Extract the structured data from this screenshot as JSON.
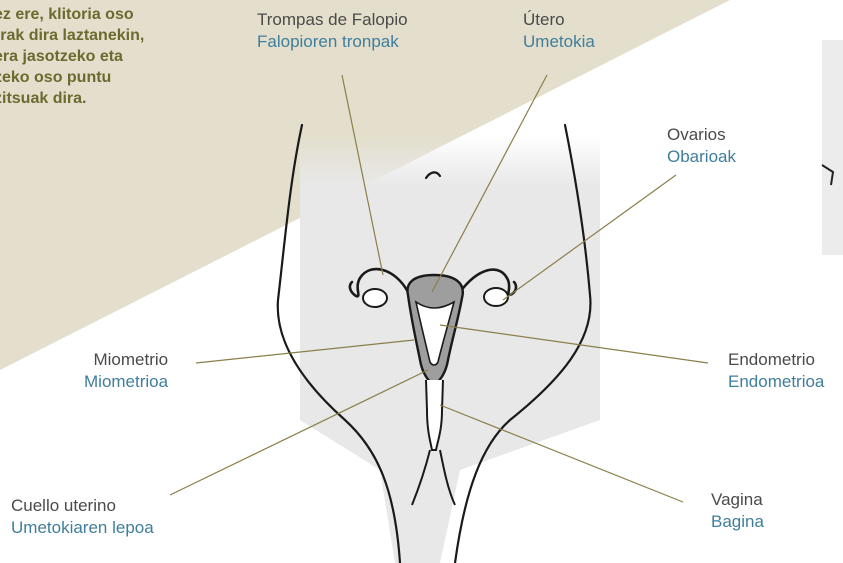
{
  "intro_lines": [
    "ez ere, klitoria oso",
    "rrak dira laztanekin,",
    "era jasotzeko eta",
    "zeko oso puntu",
    "zitsuak dira."
  ],
  "labels": {
    "trompas": {
      "es": "Trompas de Falopio",
      "eu": "Falopioren tronpak"
    },
    "utero": {
      "es": "Útero",
      "eu": "Umetokia"
    },
    "ovarios": {
      "es": "Ovarios",
      "eu": "Obarioak"
    },
    "miometrio": {
      "es": "Miometrio",
      "eu": "Miometrioa"
    },
    "endometrio": {
      "es": "Endometrio",
      "eu": "Endometrioa"
    },
    "cuello": {
      "es": "Cuello uterino",
      "eu": "Umetokiaren lepoa"
    },
    "vagina": {
      "es": "Vagina",
      "eu": "Bagina"
    }
  },
  "colors": {
    "panel": "#e3dfcc",
    "body_fill": "#e8e8e8",
    "leader": "#8a7f4a",
    "spanish_text": "#4a4a4a",
    "basque_text": "#3f7e9c",
    "intro_text": "#6b6a2f"
  }
}
